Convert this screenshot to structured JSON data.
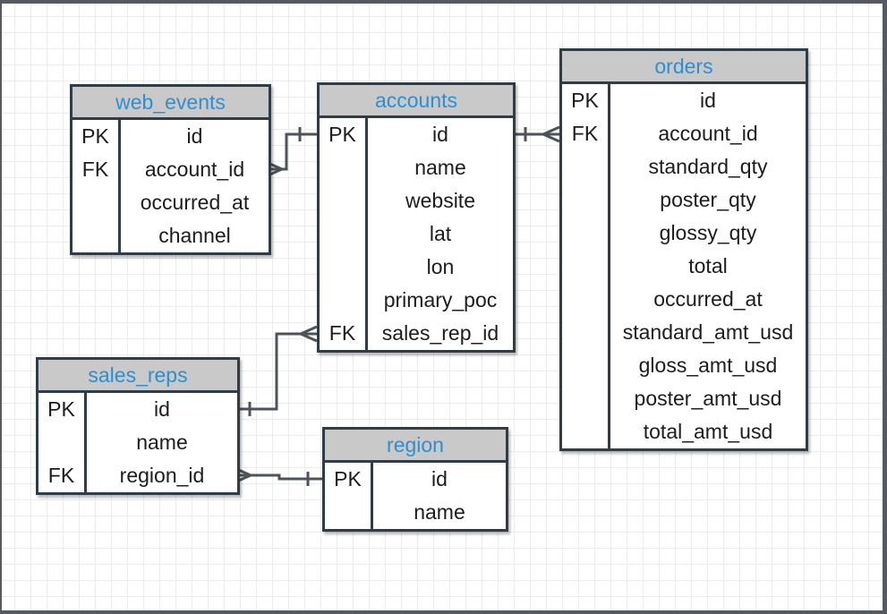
{
  "diagram_type": "entity-relationship-diagram",
  "colors": {
    "canvas_bg": "#ffffff",
    "grid_line": "#ececec",
    "frame_border": "#565a60",
    "table_border": "#313d46",
    "header_fill": "#c9c9c9",
    "header_text": "#2d8fd0",
    "row_text": "#1c1c1c",
    "connector": "#4d5359"
  },
  "tables": {
    "web_events": {
      "title": "web_events",
      "rows": [
        {
          "key": "PK",
          "name": "id"
        },
        {
          "key": "FK",
          "name": "account_id"
        },
        {
          "key": "",
          "name": "occurred_at"
        },
        {
          "key": "",
          "name": "channel"
        }
      ]
    },
    "accounts": {
      "title": "accounts",
      "rows": [
        {
          "key": "PK",
          "name": "id"
        },
        {
          "key": "",
          "name": "name"
        },
        {
          "key": "",
          "name": "website"
        },
        {
          "key": "",
          "name": "lat"
        },
        {
          "key": "",
          "name": "lon"
        },
        {
          "key": "",
          "name": "primary_poc"
        },
        {
          "key": "FK",
          "name": "sales_rep_id"
        }
      ]
    },
    "orders": {
      "title": "orders",
      "rows": [
        {
          "key": "PK",
          "name": "id"
        },
        {
          "key": "FK",
          "name": "account_id"
        },
        {
          "key": "",
          "name": "standard_qty"
        },
        {
          "key": "",
          "name": "poster_qty"
        },
        {
          "key": "",
          "name": "glossy_qty"
        },
        {
          "key": "",
          "name": "total"
        },
        {
          "key": "",
          "name": "occurred_at"
        },
        {
          "key": "",
          "name": "standard_amt_usd"
        },
        {
          "key": "",
          "name": "gloss_amt_usd"
        },
        {
          "key": "",
          "name": "poster_amt_usd"
        },
        {
          "key": "",
          "name": "total_amt_usd"
        }
      ]
    },
    "sales_reps": {
      "title": "sales_reps",
      "rows": [
        {
          "key": "PK",
          "name": "id"
        },
        {
          "key": "",
          "name": "name"
        },
        {
          "key": "FK",
          "name": "region_id"
        }
      ]
    },
    "region": {
      "title": "region",
      "rows": [
        {
          "key": "PK",
          "name": "id"
        },
        {
          "key": "",
          "name": "name"
        }
      ]
    }
  },
  "relationships": [
    {
      "many_side": "web_events.account_id",
      "one_side": "accounts.id",
      "notation": "crow-foot"
    },
    {
      "many_side": "orders.account_id",
      "one_side": "accounts.id",
      "notation": "crow-foot"
    },
    {
      "many_side": "accounts.sales_rep_id",
      "one_side": "sales_reps.id",
      "notation": "crow-foot"
    },
    {
      "many_side": "sales_reps.region_id",
      "one_side": "region.id",
      "notation": "crow-foot"
    }
  ]
}
